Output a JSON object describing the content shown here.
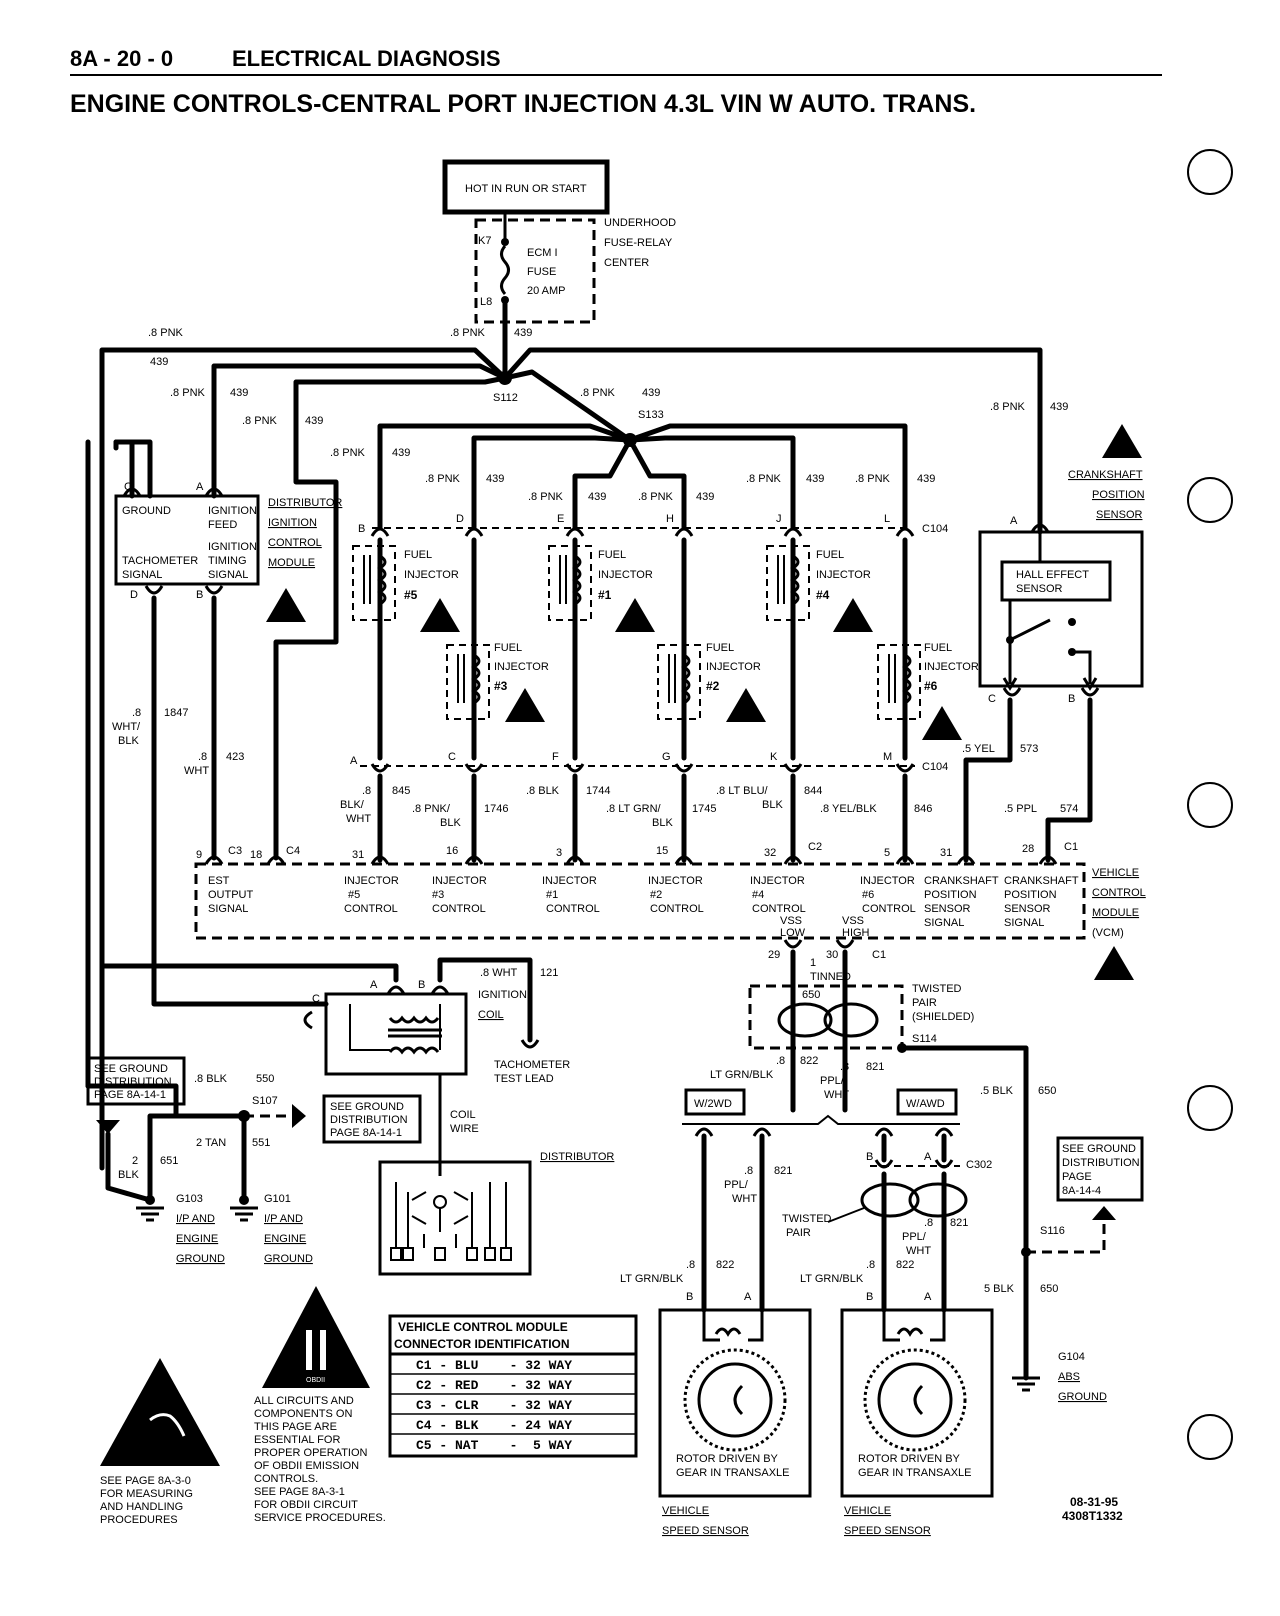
{
  "header": {
    "section": "8A - 20 - 0",
    "section_title": "ELECTRICAL DIAGNOSIS",
    "title": "ENGINE CONTROLS-CENTRAL PORT INJECTION 4.3L VIN W AUTO. TRANS."
  },
  "power": {
    "hot_label": "HOT IN RUN OR START",
    "fuse_name": "ECM I",
    "fuse_word": "FUSE",
    "fuse_rating": "20 AMP",
    "pin_top": "K7",
    "pin_bottom": "L8",
    "center_1": "UNDERHOOD",
    "center_2": "FUSE-RELAY",
    "center_3": "CENTER"
  },
  "splices": {
    "s112": "S112",
    "s133": "S133",
    "s107": "S107",
    "s114": "S114",
    "s116": "S116"
  },
  "wires": {
    "pnk8": ".8 PNK",
    "c439": "439",
    "c1847": "1847",
    "wht_blk_8": ".8",
    "wht_blk_a": "WHT/",
    "wht_blk_b": "BLK",
    "wht8": ".8",
    "wht": "WHT",
    "c423": "423",
    "blk_wht_8": ".8",
    "blk_wht_a": "BLK/",
    "blk_wht_b": "WHT",
    "c845": "845",
    "pnk_blk_a": ".8 PNK/",
    "pnk_blk_b": "BLK",
    "c1746": "1746",
    "blk8": ".8 BLK",
    "c1744": "1744",
    "ltgrnblk_a": ".8 LT GRN/",
    "ltgrnblk_b": "BLK",
    "c1745": "1745",
    "ltblu_a": ".8 LT BLU/",
    "ltblu_b": "BLK",
    "c844": "844",
    "yelblk": ".8 YEL/BLK",
    "c846": "846",
    "yel5": ".5 YEL",
    "c573": "573",
    "ppl5": ".5 PPL",
    "c574": "574",
    "wht8_121": ".8 WHT",
    "c121": "121",
    "blk8_550": ".8 BLK",
    "c550": "550",
    "tan2": "2 TAN",
    "c551": "551",
    "blk2_a": "2",
    "blk2_b": "BLK",
    "c651": "651",
    "blk5": ".5 BLK",
    "c650": "650",
    "blk5b": "5 BLK",
    "c650b": "650",
    "c29": "29",
    "c30": "30",
    "tinned_1": "1",
    "tinned": "TINNED",
    "c650s": "650",
    "ltgrn822_8": ".8",
    "c822": "822",
    "ltgrnblk_w": "LT GRN/BLK",
    "ppl821_8": ".8",
    "pplwht_a": "PPL/",
    "pplwht_b": "WHT",
    "c821": "821",
    "ltgrn822b_8": ".8",
    "c822b": "822",
    "ltgrnblk_w2": "LT GRN/BLK",
    "ppl821b_8": ".8",
    "pplwht2_a": "PPL/",
    "pplwht2_b": "WHT",
    "c821b": "821",
    "ltgrn822c_8": ".8",
    "c822c": "822",
    "ltgrnblk_w3": "LT GRN/BLK",
    "ppl821c_8": ".8",
    "pplwht3_a": "PPL/",
    "pplwht3_b": "WHT",
    "c821c": "821"
  },
  "connectors": {
    "c104": "C104",
    "c104b": "C104",
    "c302": "C302",
    "pin_a": "A",
    "pin_b": "B",
    "pin_c": "C",
    "pin_d": "D",
    "pin_e": "E",
    "pin_f": "F",
    "pin_g": "G",
    "pin_h": "H",
    "pin_j": "J",
    "pin_k": "K",
    "pin_l": "L",
    "pin_m": "M"
  },
  "icm": {
    "ground": "GROUND",
    "ign_feed_1": "IGNITION",
    "ign_feed_2": "FEED",
    "tach_1": "TACHOMETER",
    "tach_2": "SIGNAL",
    "timing_1": "IGNITION",
    "timing_2": "TIMING",
    "timing_3": "SIGNAL",
    "name_1": "DISTRIBUTOR",
    "name_2": "IGNITION",
    "name_3": "CONTROL",
    "name_4": "MODULE"
  },
  "injectors": {
    "fuel": "FUEL",
    "injector": "INJECTOR",
    "n5": "#5",
    "n1": "#1",
    "n4": "#4",
    "n3": "#3",
    "n2": "#2",
    "n6": "#6"
  },
  "crank": {
    "name_1": "CRANKSHAFT",
    "name_2": "POSITION",
    "name_3": "SENSOR",
    "hall_1": "HALL EFFECT",
    "hall_2": "SENSOR"
  },
  "vcm": {
    "pin9": "9",
    "c3": "C3",
    "pin18": "18",
    "c4": "C4",
    "pin31": "31",
    "pin16": "16",
    "pin3": "3",
    "pin15": "15",
    "pin32": "32",
    "c2": "C2",
    "pin5": "5",
    "pin31b": "31",
    "pin28": "28",
    "c1": "C1",
    "est_1": "EST",
    "est_2": "OUTPUT",
    "est_3": "SIGNAL",
    "inj5_1": "INJECTOR",
    "inj5_2": "#5",
    "inj5_3": "CONTROL",
    "inj3_1": "INJECTOR",
    "inj3_2": "#3",
    "inj3_3": "CONTROL",
    "inj1_1": "INJECTOR",
    "inj1_2": "#1",
    "inj1_3": "CONTROL",
    "inj2_1": "INJECTOR",
    "inj2_2": "#2",
    "inj2_3": "CONTROL",
    "inj4_1": "INJECTOR",
    "inj4_2": "#4",
    "inj4_3": "CONTROL",
    "inj6_1": "INJECTOR",
    "inj6_2": "#6",
    "inj6_3": "CONTROL",
    "vss_low_1": "VSS",
    "vss_low_2": "LOW",
    "vss_high_1": "VSS",
    "vss_high_2": "HIGH",
    "cks_1": "CRANKSHAFT",
    "cks_2": "POSITION",
    "cks_3": "SENSOR",
    "cks_4": "SIGNAL",
    "cks2_1": "CRANKSHAFT",
    "cks2_2": "POSITION",
    "cks2_3": "SENSOR",
    "cks2_4": "SIGNAL",
    "name_1": "VEHICLE",
    "name_2": "CONTROL",
    "name_3": "MODULE",
    "name_4": "(VCM)",
    "c1b": "C1"
  },
  "coil": {
    "name_1": "IGNITION",
    "name_2": "COIL",
    "tach_1": "TACHOMETER",
    "tach_2": "TEST LEAD",
    "wire_1": "COIL",
    "wire_2": "WIRE",
    "distributor": "DISTRIBUTOR"
  },
  "grounds": {
    "see1_1": "SEE GROUND",
    "see1_2": "DISTRIBUTION",
    "see1_3": "PAGE 8A-14-1",
    "see2_1": "SEE GROUND",
    "see2_2": "DISTRIBUTION",
    "see2_3": "PAGE 8A-14-1",
    "see3_1": "SEE GROUND",
    "see3_2": "DISTRIBUTION",
    "see3_3": "PAGE",
    "see3_4": "8A-14-4",
    "g103": "G103",
    "g103_1": "I/P AND",
    "g103_2": "ENGINE",
    "g103_3": "GROUND",
    "g101": "G101",
    "g101_1": "I/P AND",
    "g101_2": "ENGINE",
    "g101_3": "GROUND",
    "g104": "G104",
    "g104_1": "ABS",
    "g104_2": "GROUND"
  },
  "vss": {
    "twisted_1": "TWISTED",
    "twisted_2": "PAIR",
    "twisted_3": "(SHIELDED)",
    "w2wd": "W/2WD",
    "wawd": "W/AWD",
    "tp_1": "TWISTED",
    "tp_2": "PAIR",
    "rotor1_1": "ROTOR DRIVEN BY",
    "rotor1_2": "GEAR IN TRANSAXLE",
    "rotor2_1": "ROTOR DRIVEN BY",
    "rotor2_2": "GEAR IN TRANSAXLE",
    "name1_1": "VEHICLE",
    "name1_2": "SPEED SENSOR",
    "name2_1": "VEHICLE",
    "name2_2": "SPEED SENSOR"
  },
  "table": {
    "title_1": "VEHICLE CONTROL MODULE",
    "title_2": "CONNECTOR IDENTIFICATION",
    "rows": [
      "C1 - BLU    - 32 WAY",
      "C2 - RED    - 32 WAY",
      "C3 - CLR    - 32 WAY",
      "C4 - BLK    - 24 WAY",
      "C5 - NAT    -  5 WAY"
    ]
  },
  "notes": {
    "obd_logo": "OBDII",
    "obd_1": "ALL CIRCUITS AND",
    "obd_2": "COMPONENTS ON",
    "obd_3": "THIS PAGE ARE",
    "obd_4": "ESSENTIAL FOR",
    "obd_5": "PROPER OPERATION",
    "obd_6": "OF OBDII EMISSION",
    "obd_7": "CONTROLS.",
    "obd_8": "SEE PAGE 8A-3-1",
    "obd_9": "FOR OBDII CIRCUIT",
    "obd_10": "SERVICE PROCEDURES.",
    "esd_1": "SEE PAGE 8A-3-0",
    "esd_2": "FOR MEASURING",
    "esd_3": "AND HANDLING",
    "esd_4": "PROCEDURES",
    "date": "08-31-95",
    "code": "4308T1332"
  }
}
